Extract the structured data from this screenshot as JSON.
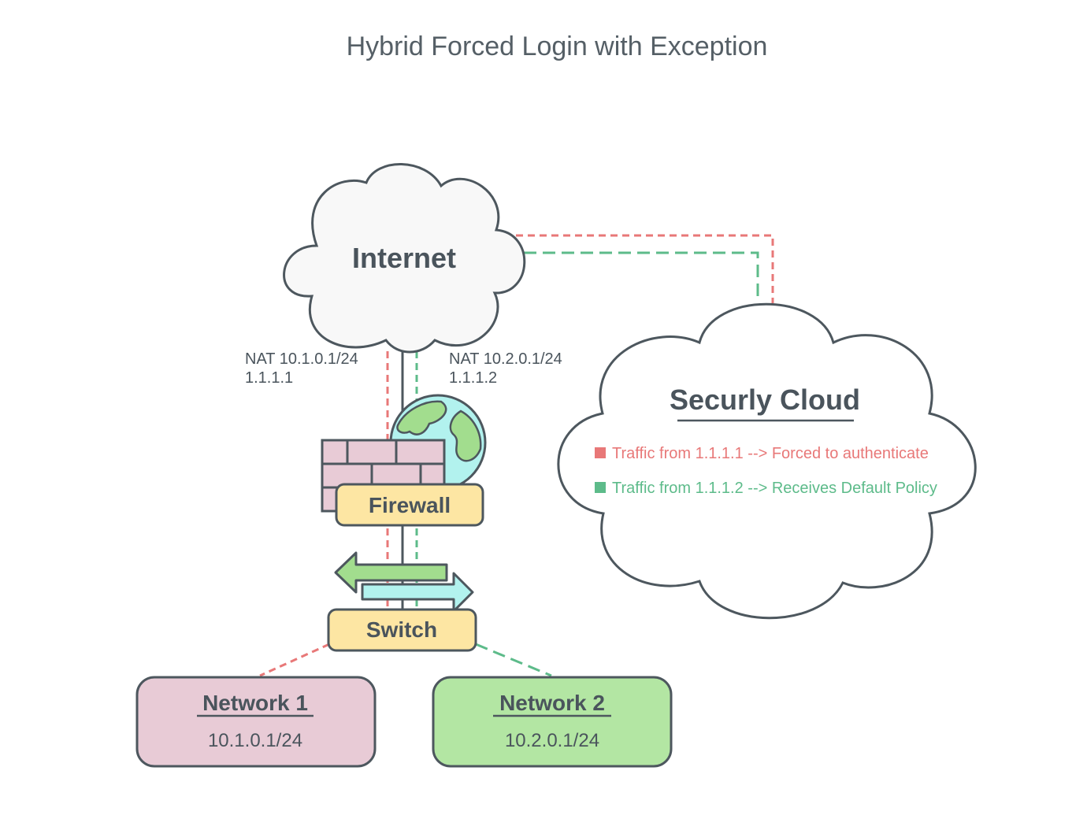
{
  "title": "Hybrid Forced Login with Exception",
  "colors": {
    "outline": "#4d575e",
    "red_traffic": "#e87878",
    "green_traffic": "#5dbb8a",
    "network1_fill": "#e8cbd6",
    "network2_fill": "#b3e6a3",
    "label_fill": "#fde6a3",
    "cloud_fill": "#f8f8f8",
    "globe_water": "#b2f2ee",
    "globe_land": "#a2dd8e"
  },
  "internet": {
    "label": "Internet"
  },
  "securly_cloud": {
    "label": "Securly Cloud",
    "legend": [
      {
        "text": "Traffic from 1.1.1.1 --> Forced to authenticate",
        "color": "#e87878"
      },
      {
        "text": "Traffic from 1.1.1.2 --> Receives Default Policy",
        "color": "#5dbb8a"
      }
    ]
  },
  "nat_left": {
    "line1": "NAT 10.1.0.1/24",
    "line2": "1.1.1.1"
  },
  "nat_right": {
    "line1": "NAT 10.2.0.1/24",
    "line2": "1.1.1.2"
  },
  "firewall": {
    "label": "Firewall",
    "icon": "firewall-brick-icon"
  },
  "globe": {
    "icon": "globe-icon"
  },
  "switch": {
    "label": "Switch",
    "icon": "switch-arrows-icon"
  },
  "network1": {
    "label": "Network 1",
    "subnet": "10.1.0.1/24"
  },
  "network2": {
    "label": "Network 2",
    "subnet": "10.2.0.1/24"
  }
}
